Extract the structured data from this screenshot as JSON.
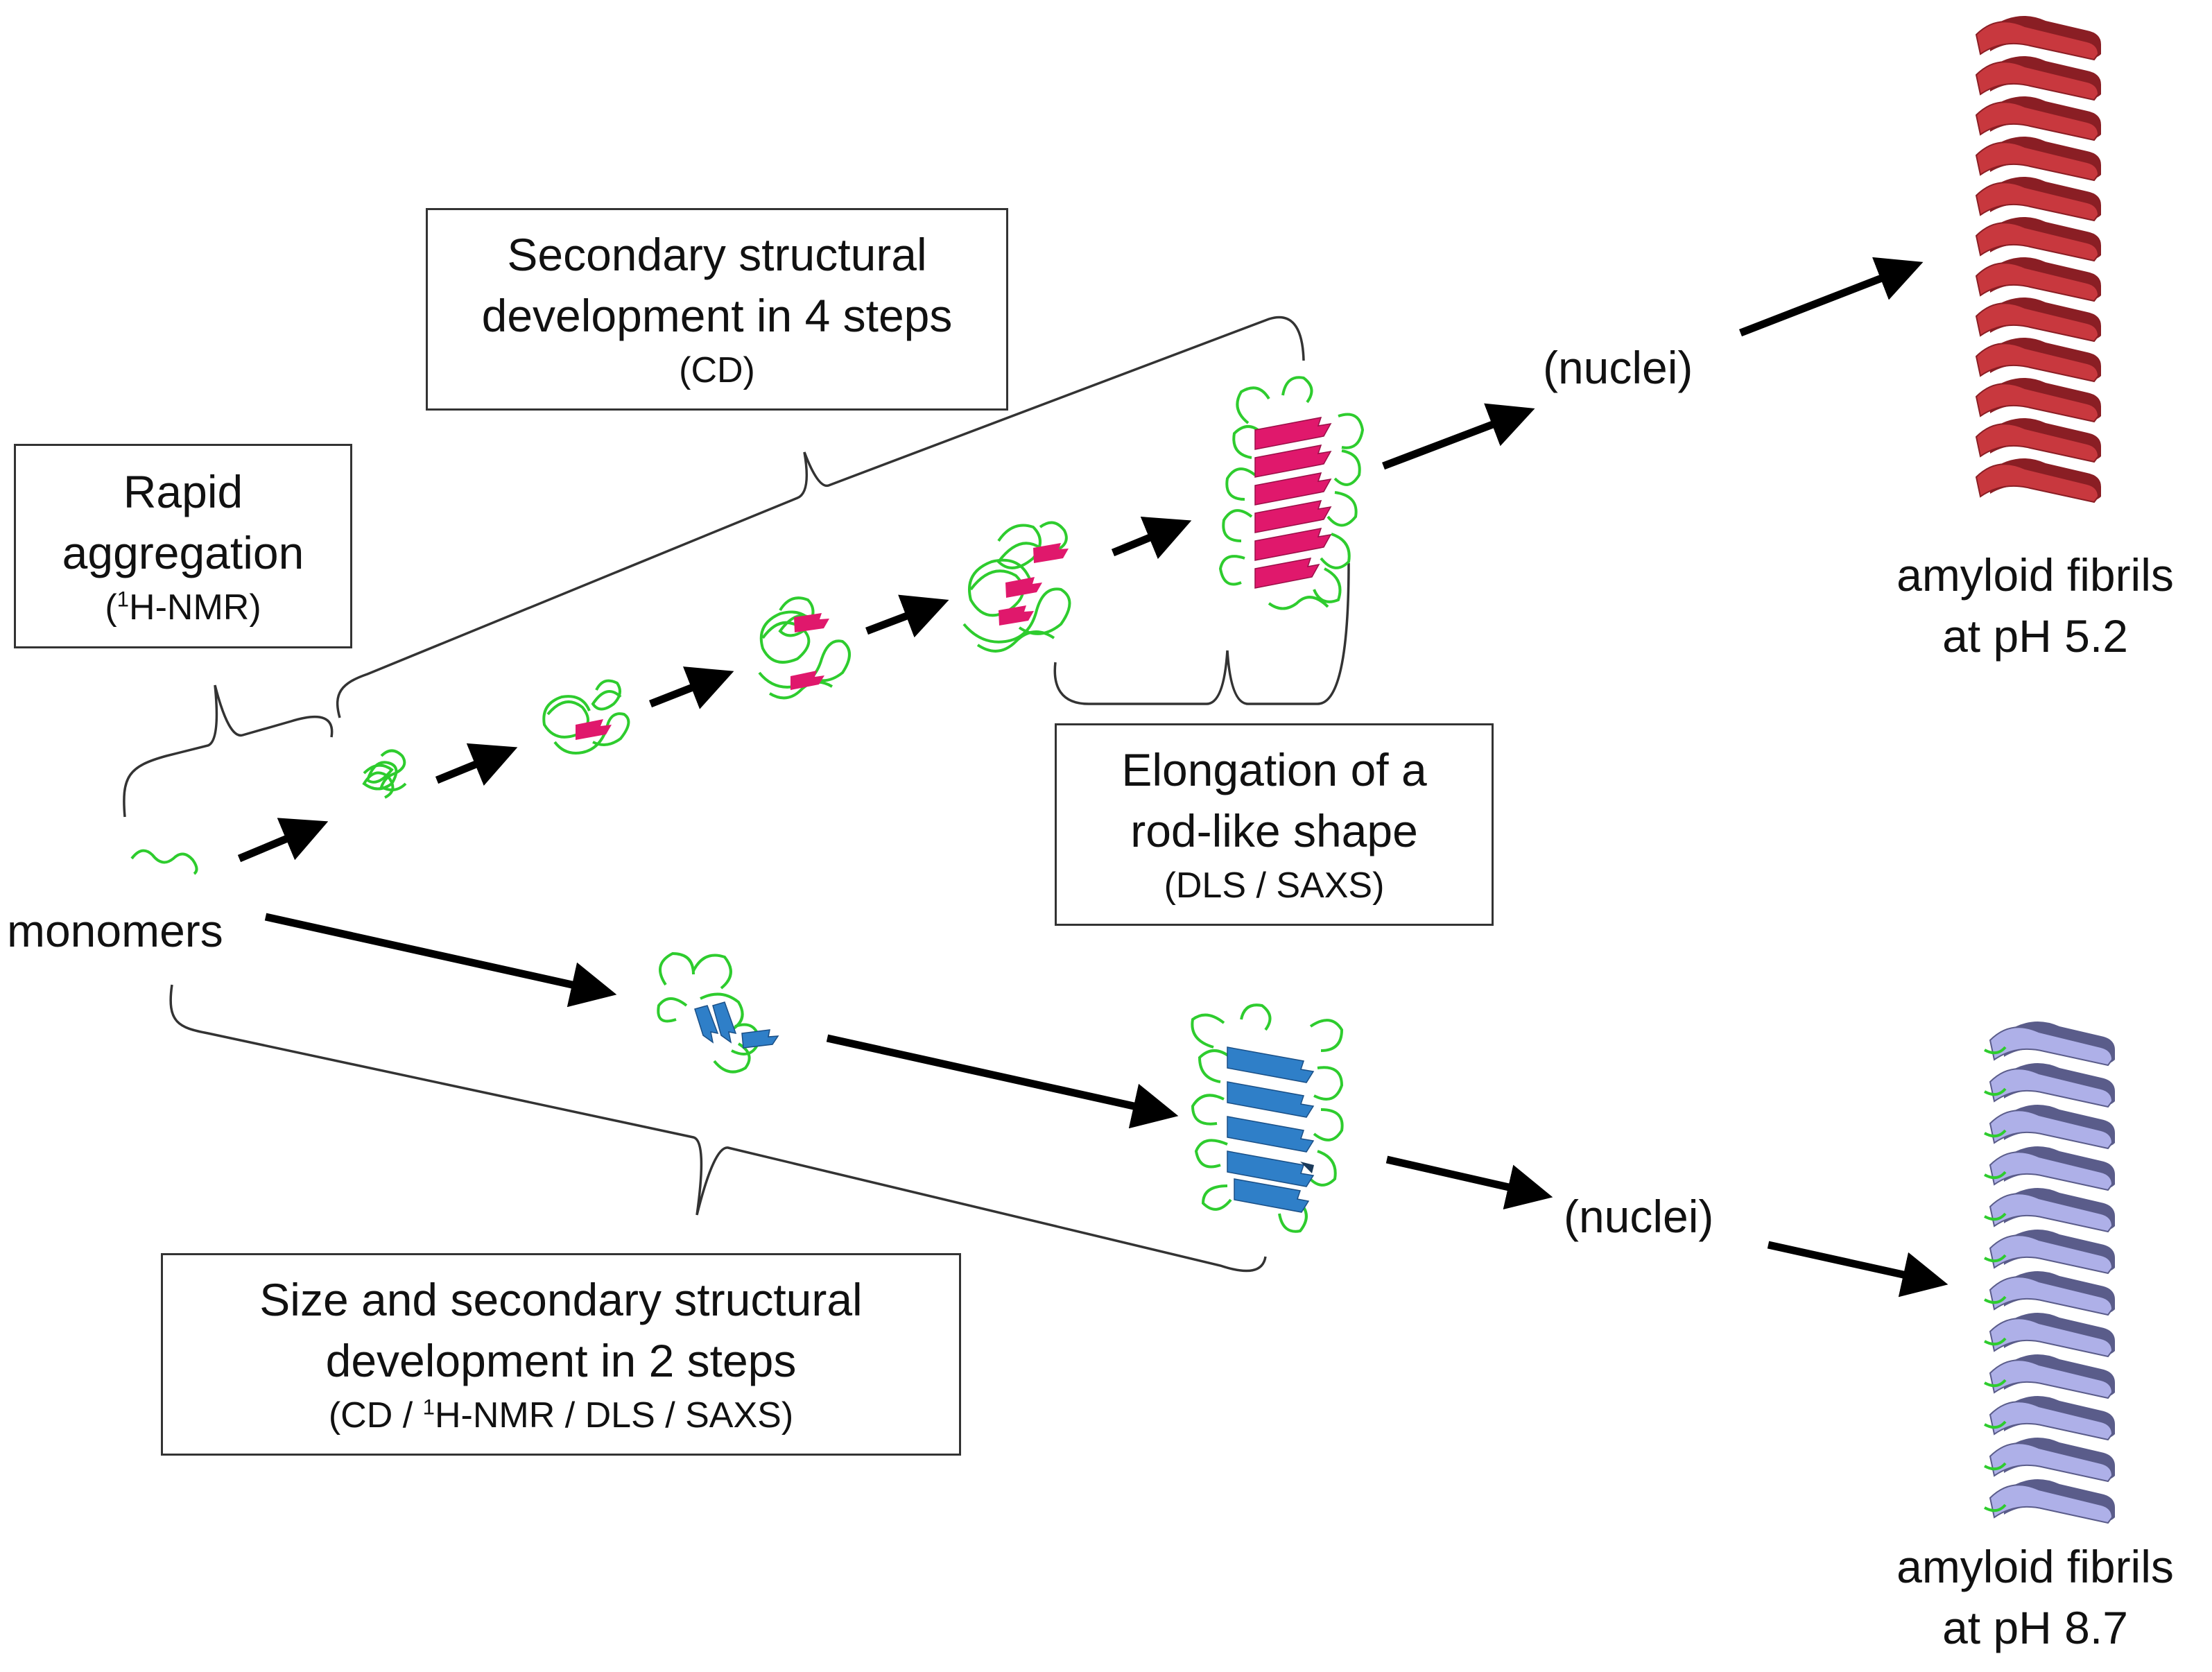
{
  "boxes": {
    "rapid": {
      "line1": "Rapid",
      "line2": "aggregation",
      "method_sup": "1",
      "method": "H-NMR"
    },
    "secondary4": {
      "line1": "Secondary structural",
      "line2": "development in 4 steps",
      "method": "CD"
    },
    "elongation": {
      "line1": "Elongation of a",
      "line2": "rod-like shape",
      "method": "(DLS / SAXS)"
    },
    "size2": {
      "line1": "Size and secondary structural",
      "line2": "development in 2 steps",
      "method_pre": "(CD / ",
      "method_sup": "1",
      "method_post": "H-NMR / DLS / SAXS)"
    }
  },
  "labels": {
    "monomers": "monomers",
    "nuclei_top": "(nuclei)",
    "nuclei_bottom": "(nuclei)",
    "fibrils_top_1": "amyloid fibrils",
    "fibrils_top_2": "at pH 5.2",
    "fibrils_bottom_1": "amyloid fibrils",
    "fibrils_bottom_2": "at pH 8.7"
  },
  "colors": {
    "coil": "#2ecc2e",
    "sheet_acidic": "#e0186c",
    "sheet_basic": "#2f7fc8",
    "fibril_acidic": "#c8383e",
    "fibril_basic": "#aeb0e8",
    "arrow": "#000000",
    "bracket": "#333333"
  }
}
